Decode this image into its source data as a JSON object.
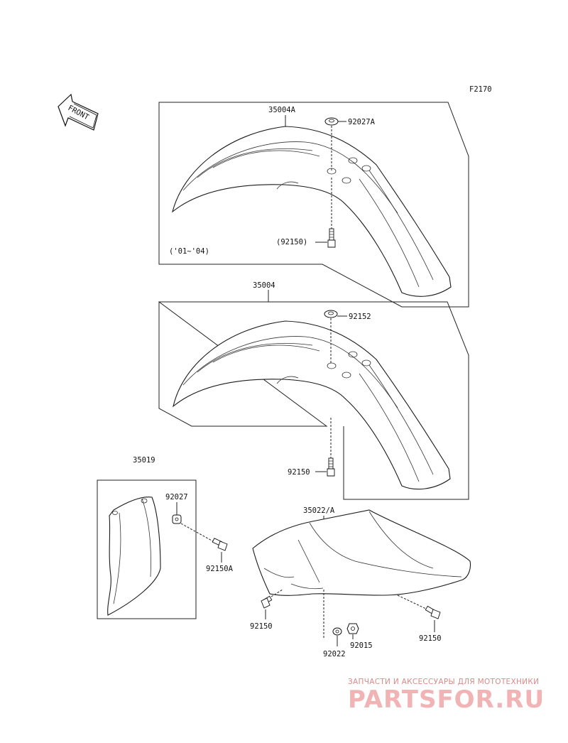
{
  "diagram_code": "F2170",
  "front_arrow_text": "FRONT",
  "labels": {
    "p35004A": "35004A",
    "p92027A": "92027A",
    "p92150_paren": "(92150)",
    "years": "('01~'04)",
    "p35004": "35004",
    "p92152": "92152",
    "p92150_mid": "92150",
    "p35019": "35019",
    "p92027": "92027",
    "p92150A": "92150A",
    "p35022A": "35022/A",
    "p92150_left": "92150",
    "p92015": "92015",
    "p92022": "92022",
    "p92150_right": "92150"
  },
  "watermark": {
    "tagline": "ЗАПЧАСТИ И АКСЕССУАРЫ ДЛЯ МОТОТЕХНИКИ",
    "logo_text": "PARTSFOR.RU",
    "color": "#e07070"
  }
}
